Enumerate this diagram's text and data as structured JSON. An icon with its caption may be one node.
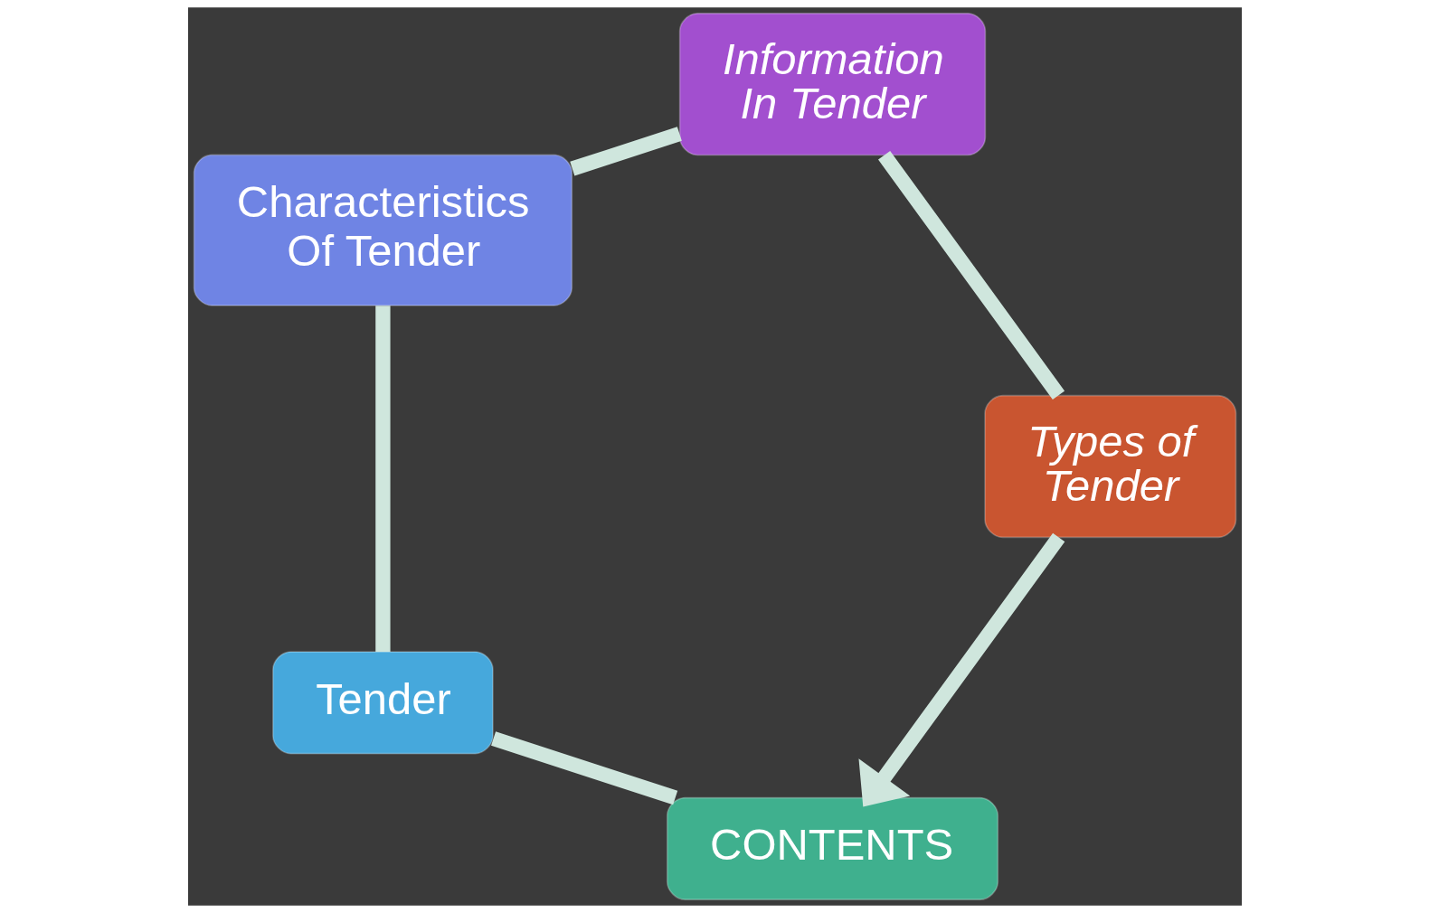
{
  "diagram": {
    "nodes": [
      {
        "text": [
          "CONTENTS"
        ]
      },
      {
        "text": [
          "Tender"
        ]
      },
      {
        "text": [
          "Characteristics Of Tender"
        ]
      },
      {
        "text": [
          "Information In Tender"
        ]
      },
      {
        "text": [
          "Types of Tender"
        ]
      }
    ],
    "edges": [
      {
        "from": 0,
        "to": 1,
        "arrow": "none"
      },
      {
        "from": 1,
        "to": 2,
        "arrow": "none"
      },
      {
        "from": 2,
        "to": 3,
        "arrow": "none"
      },
      {
        "from": 3,
        "to": 4,
        "arrow": "none"
      },
      {
        "from": 4,
        "to": 0,
        "arrow": "to"
      }
    ]
  }
}
